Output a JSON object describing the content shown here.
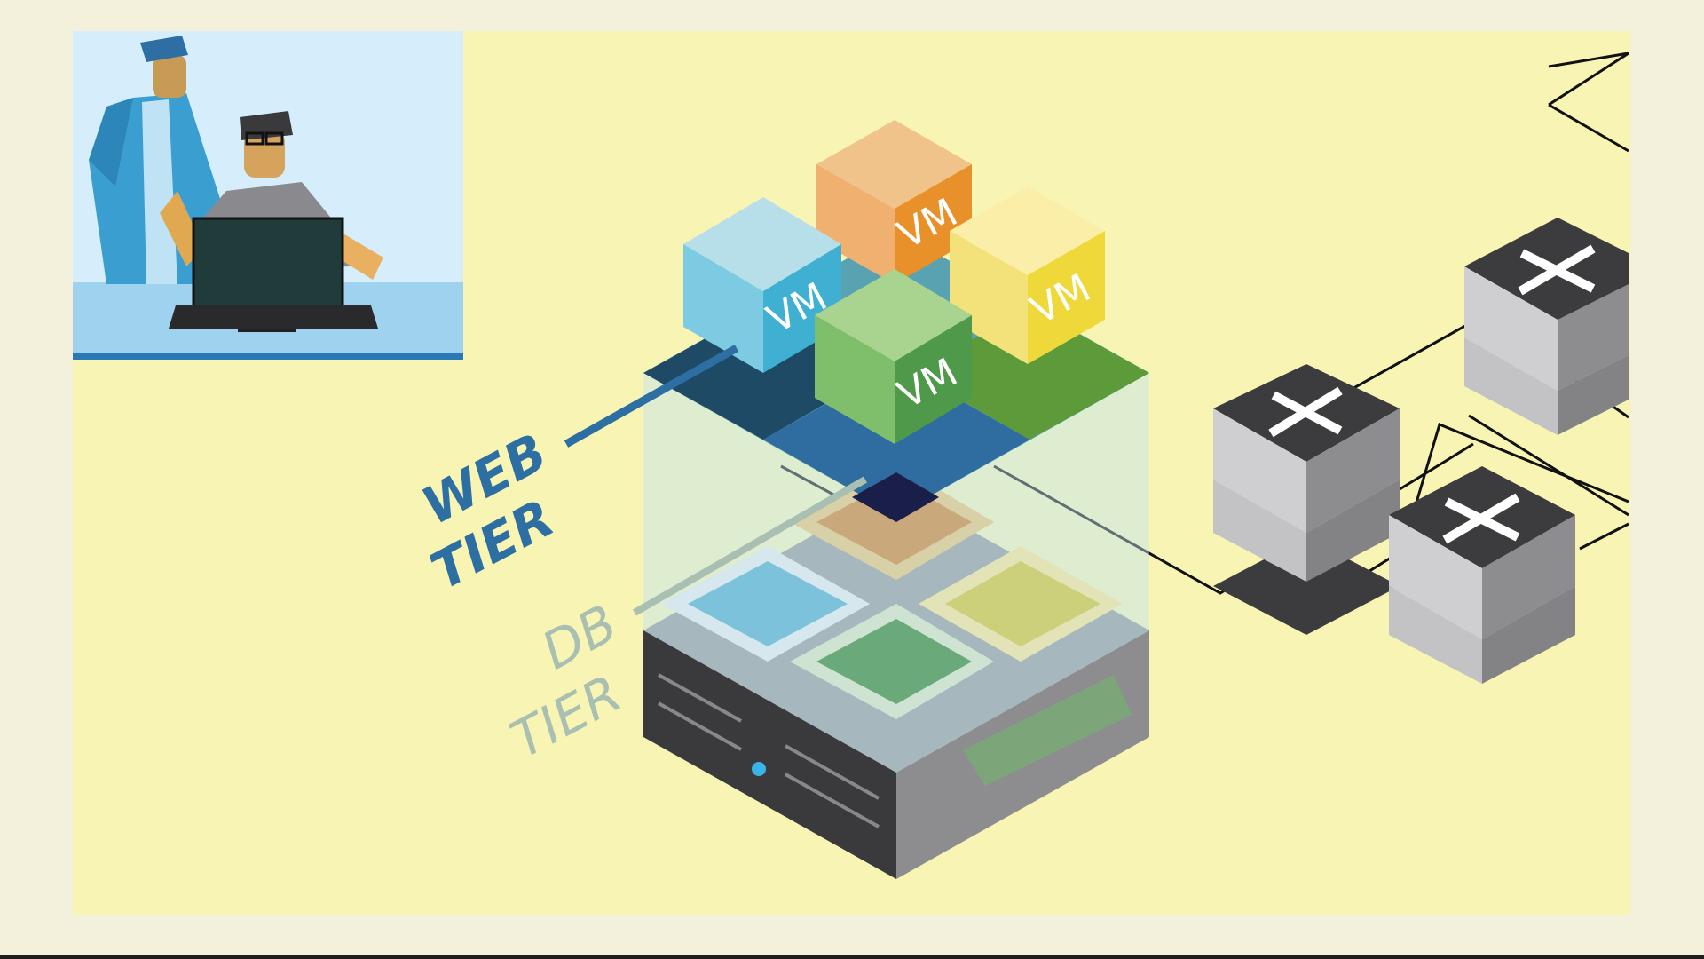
{
  "labels": {
    "vm": "VM",
    "web_tier": [
      "WEB",
      "TIER"
    ],
    "db_tier": [
      "DB",
      "TIER"
    ]
  },
  "colors": {
    "page_bg": "#f3f1dc",
    "panel_bg": "#f8f5b4",
    "web_tier_text": "#2d6fa3",
    "db_tier_text": "#a9bfb2",
    "vm_blue": "#5ab9d6",
    "vm_orange": "#e89a3a",
    "vm_yellow": "#f0e048",
    "vm_green": "#5fa85a",
    "server_dark": "#3a3a3c",
    "switch_top": "#3c3c3e",
    "link_line": "#111111"
  },
  "icons": [
    "people-at-computer-illustration",
    "vm-cube-icon",
    "network-switch-icon",
    "physical-server-icon",
    "circuit-board-icon",
    "shield-wall-icon"
  ]
}
